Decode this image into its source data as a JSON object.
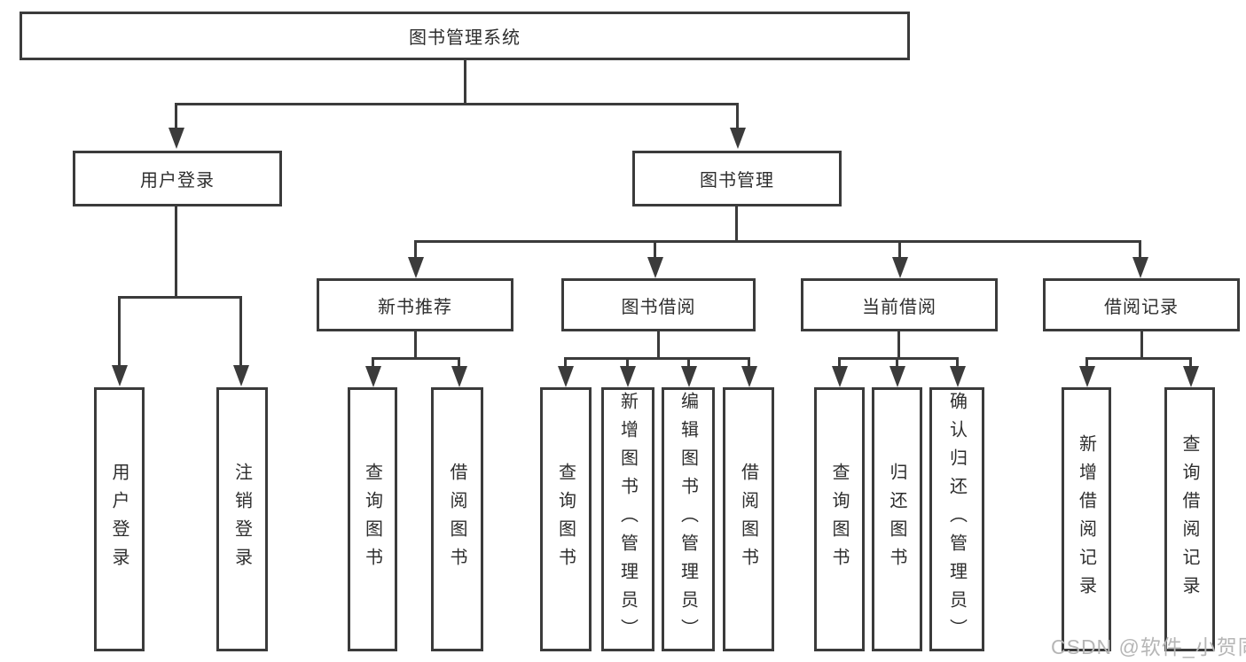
{
  "title": "图书管理系统",
  "watermark": "CSDN @软件_小贺同学",
  "tree": {
    "root": {
      "label": "图书管理系统"
    },
    "branches": [
      {
        "label": "用户登录",
        "children": [
          {
            "label": "用户登录"
          },
          {
            "label": "注销登录"
          }
        ]
      },
      {
        "label": "图书管理",
        "children": [
          {
            "label": "新书推荐",
            "children": [
              {
                "label": "查询图书"
              },
              {
                "label": "借阅图书"
              }
            ]
          },
          {
            "label": "图书借阅",
            "children": [
              {
                "label": "查询图书"
              },
              {
                "label": "新增图书（管理员）"
              },
              {
                "label": "编辑图书（管理员）"
              },
              {
                "label": "借阅图书"
              }
            ]
          },
          {
            "label": "当前借阅",
            "children": [
              {
                "label": "查询图书"
              },
              {
                "label": "归还图书"
              },
              {
                "label": "确认归还（管理员）"
              }
            ]
          },
          {
            "label": "借阅记录",
            "children": [
              {
                "label": "新增借阅记录"
              },
              {
                "label": "查询借阅记录"
              }
            ]
          }
        ]
      }
    ]
  }
}
